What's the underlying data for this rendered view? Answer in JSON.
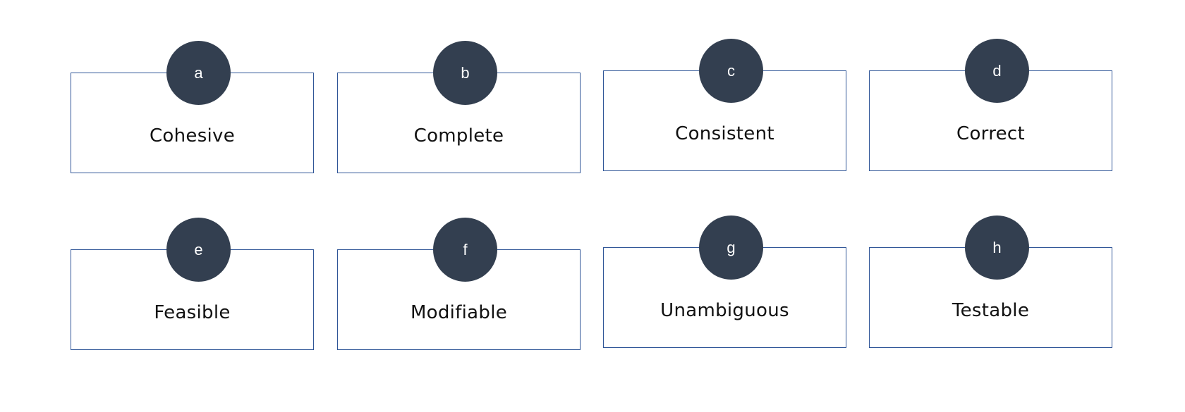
{
  "items": [
    {
      "letter": "a",
      "label": "Cohesive"
    },
    {
      "letter": "b",
      "label": "Complete"
    },
    {
      "letter": "c",
      "label": "Consistent"
    },
    {
      "letter": "d",
      "label": "Correct"
    },
    {
      "letter": "e",
      "label": "Feasible"
    },
    {
      "letter": "f",
      "label": "Modifiable"
    },
    {
      "letter": "g",
      "label": "Unambiguous"
    },
    {
      "letter": "h",
      "label": "Testable"
    }
  ],
  "colors": {
    "badge_fill": "#333f50",
    "card_border": "#2f5597",
    "label_text": "#111111",
    "badge_text": "#ffffff"
  }
}
